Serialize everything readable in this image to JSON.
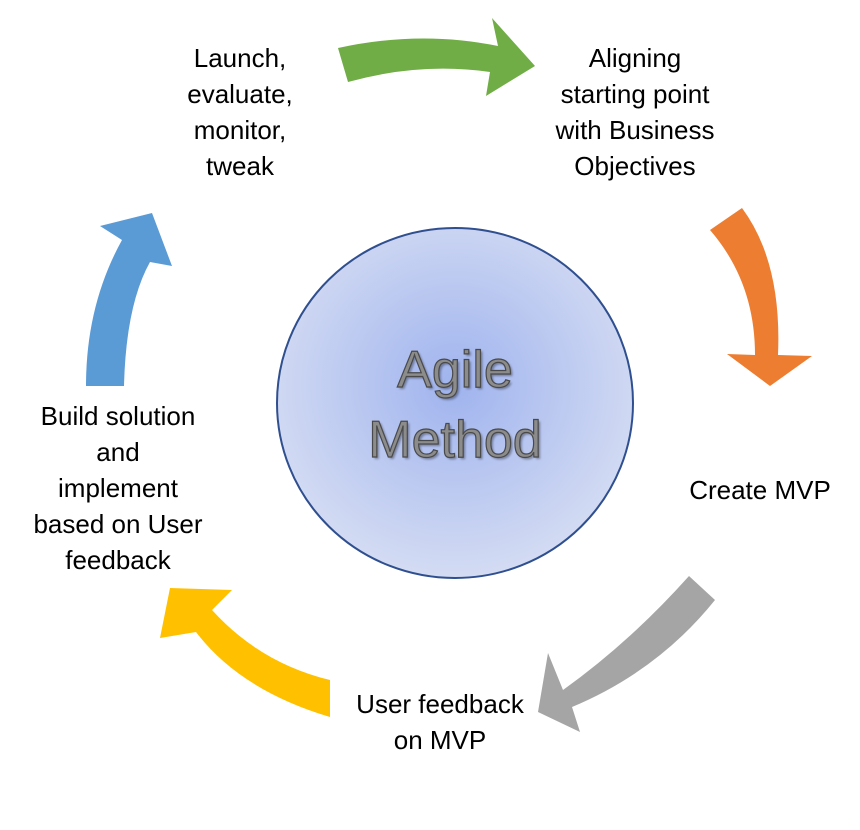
{
  "center": {
    "line1": "Agile",
    "line2": "Method"
  },
  "steps": [
    {
      "lines": [
        "Launch,",
        "evaluate,",
        "monitor,",
        "tweak"
      ]
    },
    {
      "lines": [
        "Aligning",
        "starting point",
        "with Business",
        "Objectives"
      ]
    },
    {
      "lines": [
        "Create MVP"
      ]
    },
    {
      "lines": [
        "User feedback",
        "on MVP"
      ]
    },
    {
      "lines": [
        "Build solution",
        "and",
        "implement",
        "based on User",
        "feedback"
      ]
    }
  ],
  "colors": {
    "arrow_green": "#70ad47",
    "arrow_orange": "#ed7d31",
    "arrow_gray": "#a5a5a5",
    "arrow_yellow": "#ffc000",
    "arrow_blue": "#5b9bd5",
    "circle_center": "#9fb3ee",
    "circle_edge": "#d4dcf3",
    "circle_border": "#2f4f8f"
  }
}
